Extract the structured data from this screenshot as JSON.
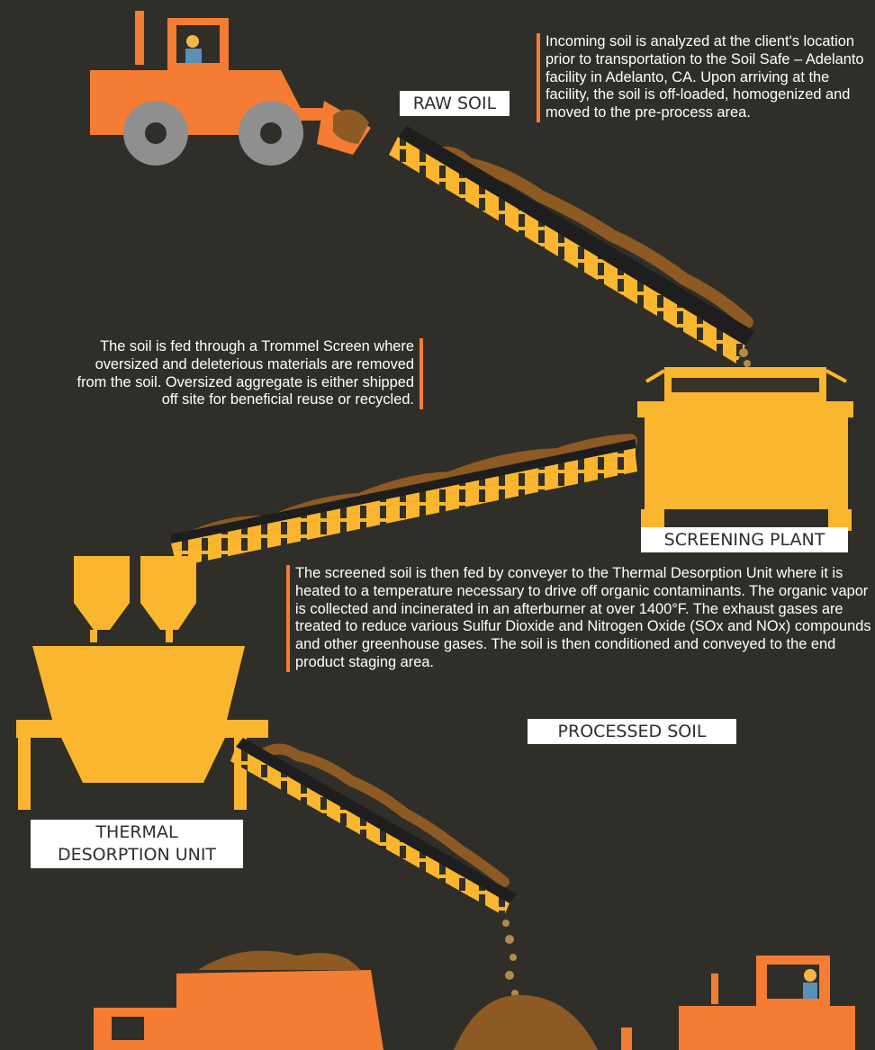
{
  "labels": {
    "raw_soil": "RAW SOIL",
    "screening_plant": "SCREENING PLANT",
    "thermal_line1": "THERMAL",
    "thermal_line2": "DESORPTION UNIT",
    "processed_soil": "PROCESSED SOIL"
  },
  "notes": {
    "intake": "Incoming soil is analyzed at the client's location prior to transportation to the Soil Safe – Adelanto facility in Adelanto, CA. Upon arriving at the facility, the soil is off-loaded, homogenized and moved to the pre-process area.",
    "screening": "The soil is fed through a Trommel Screen where oversized and deleterious materials are removed from the soil. Oversized aggregate is either shipped off site for beneficial reuse or recycled.",
    "thermal": "The screened soil is then fed by conveyer to the Thermal Desorption Unit where it is heated to a temperature necessary to drive off organic contaminants. The organic vapor is collected and incinerated in an afterburner at over 1400°F. The exhaust gases are treated to reduce various Sulfur Dioxide and Nitrogen Oxide (SOx and NOx) compounds and other greenhouse gases. The soil is then conditioned and conveyed to the end product staging area."
  },
  "colors": {
    "background": "#302e28",
    "vehicle_orange": "#f47c33",
    "plant_yellow": "#fbb62f",
    "soil_brown": "#8c5a22",
    "accent_bar": "#f47c33"
  },
  "icons": [
    "wheel-loader-icon",
    "conveyor-icon",
    "screening-plant-icon",
    "thermal-desorption-unit-icon",
    "dump-truck-icon",
    "soil-pile-icon",
    "bulldozer-icon"
  ]
}
